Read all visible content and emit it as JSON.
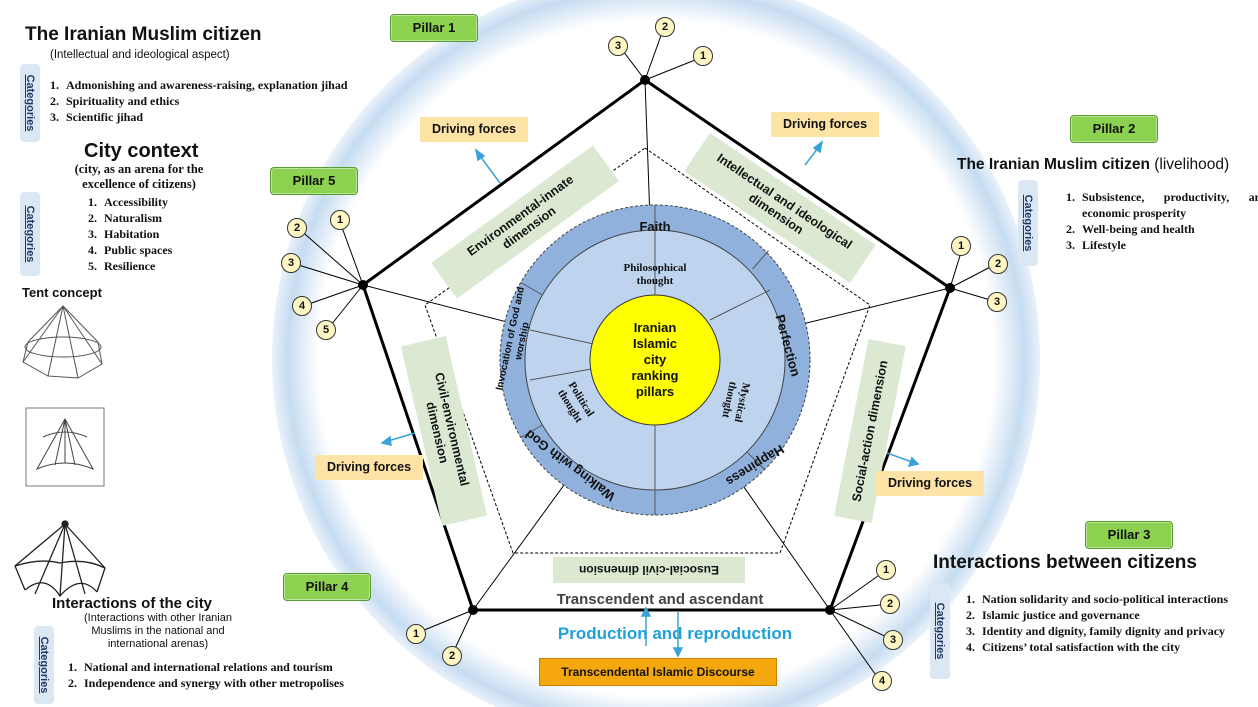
{
  "pillars": {
    "p1": "Pillar 1",
    "p2": "Pillar 2",
    "p3": "Pillar 3",
    "p4": "Pillar 4",
    "p5": "Pillar 5"
  },
  "left_top": {
    "title": "The Iranian Muslim citizen",
    "subtitle": "(Intellectual and ideological aspect)",
    "categories_label": "Categories",
    "items": [
      "Admonishing and awareness-raising, explanation jihad",
      "Spirituality and ethics",
      "Scientific jihad"
    ]
  },
  "city_context": {
    "title": "City context",
    "subtitle": "(city, as an arena for the excellence of citizens)",
    "categories_label": "Categories",
    "items": [
      "Accessibility",
      "Naturalism",
      "Habitation",
      "Public spaces",
      "Resilience"
    ],
    "tent_label": "Tent concept"
  },
  "right_top": {
    "title": "The Iranian Muslim citizen",
    "title_suffix": " (livelihood)",
    "categories_label": "Categories",
    "items": [
      "Subsistence, productivity, and economic prosperity",
      "Well-being and health",
      "Lifestyle"
    ]
  },
  "right_bottom": {
    "title": "Interactions between citizens",
    "categories_label": "Categories",
    "items": [
      "Nation solidarity and socio-political interactions",
      "Islamic justice and governance",
      "Identity and dignity, family dignity and privacy",
      "Citizens’ total satisfaction with the city"
    ]
  },
  "left_bottom": {
    "title": "Interactions of the city",
    "subtitle": "(Interactions with other Iranian Muslims in the national and international arenas)",
    "categories_label": "Categories",
    "items": [
      "National and international relations and tourism",
      "Independence and synergy with other metropolises"
    ]
  },
  "center": {
    "core": [
      "Iranian",
      "Islamic",
      "city",
      "ranking",
      "pillars"
    ],
    "outer_ring": [
      "Faith",
      "Perfection",
      "Happiness",
      "Walking with God",
      "Invocation of God and worship"
    ],
    "inner_ring": [
      "Philosophical thought",
      "Mystical thought",
      "Political thought"
    ]
  },
  "dimensions": {
    "d1": "Environmental-innate dimension",
    "d2": "Intellectual and ideological dimension",
    "d3": "Social-action dimension",
    "d4": "Eusocial-civil dimension",
    "d5": "Civil-environmental dimension"
  },
  "driving_forces": "Driving forces",
  "bottom": {
    "transcendent": "Transcendent and ascendant",
    "production": "Production and reproduction",
    "discourse": "Transcendental Islamic Discourse"
  },
  "colors": {
    "pillar_green": "#8cd150",
    "dimension_green": "#dbe9d2",
    "driving_yellow": "#fde3a6",
    "ring_blue": "#8fb1dc",
    "inner_blue": "#bed3ee",
    "core_yellow": "#ffff00",
    "discourse_orange": "#f5a70e",
    "production_blue": "#1fa2d8"
  }
}
